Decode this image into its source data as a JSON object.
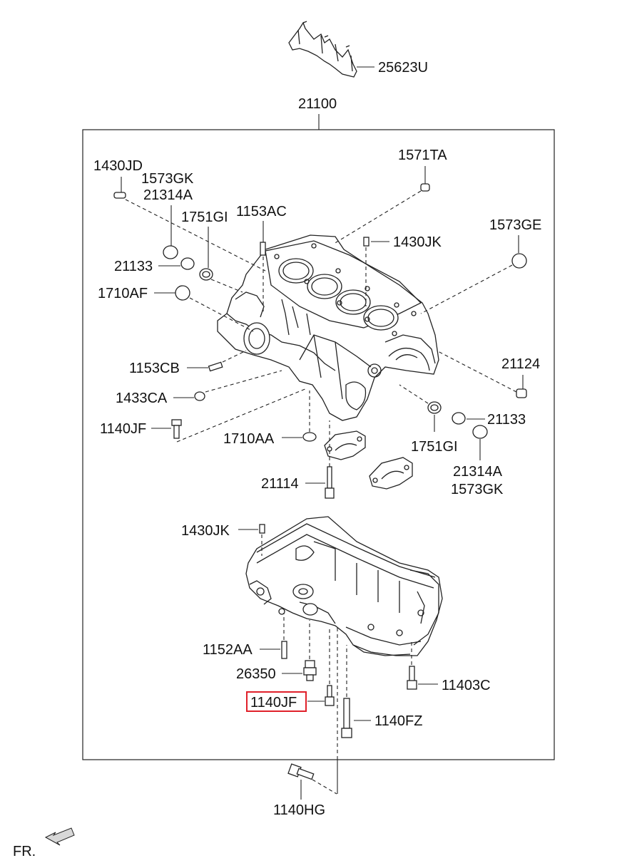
{
  "labels": {
    "gasket_25623U": "25623U",
    "block_assy_21100": "21100",
    "pin_1430JD": "1430JD",
    "plug_1573GK_top": "1573GK",
    "plug_21314A_top": "21314A",
    "seal_1751GI_top": "1751GI",
    "bolt_1153AC": "1153AC",
    "bolt_1571TA": "1571TA",
    "pin_1430JK_top": "1430JK",
    "plug_1573GE": "1573GE",
    "plug_21133_left": "21133",
    "oring_1710AF": "1710AF",
    "bolt_1153CB": "1153CB",
    "plug_1433CA": "1433CA",
    "bolt_1140JF_top": "1140JF",
    "oring_1710AA": "1710AA",
    "plug_21124": "21124",
    "plug_21133_right": "21133",
    "seal_1751GI_bottom": "1751GI",
    "plug_21314A_bottom": "21314A",
    "plug_1573GK_bottom": "1573GK",
    "bolt_21114": "21114",
    "pin_1430JK_bottom": "1430JK",
    "bolt_1152AA": "1152AA",
    "switch_26350": "26350",
    "bolt_11403C": "11403C",
    "bolt_1140JF_highlight": "1140JF",
    "bolt_1140FZ": "1140FZ",
    "bolt_1140HG": "1140HG",
    "front_indicator": "FR."
  },
  "colors": {
    "line": "#222222",
    "highlight": "#e0202a",
    "background": "#ffffff"
  },
  "highlighted_part": "1140JF"
}
